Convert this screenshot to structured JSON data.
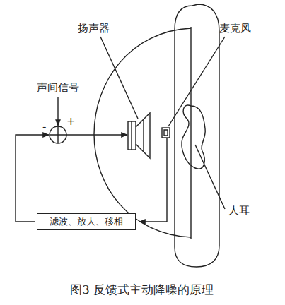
{
  "diagram": {
    "caption": "图3 反馈式主动降噪的原理",
    "nodes": [
      {
        "text": [
          "滤波、放大、移相"
        ]
      }
    ],
    "labels": [
      "扬声器",
      "麦克风",
      "声间信号",
      "+",
      "-",
      "人耳"
    ]
  }
}
